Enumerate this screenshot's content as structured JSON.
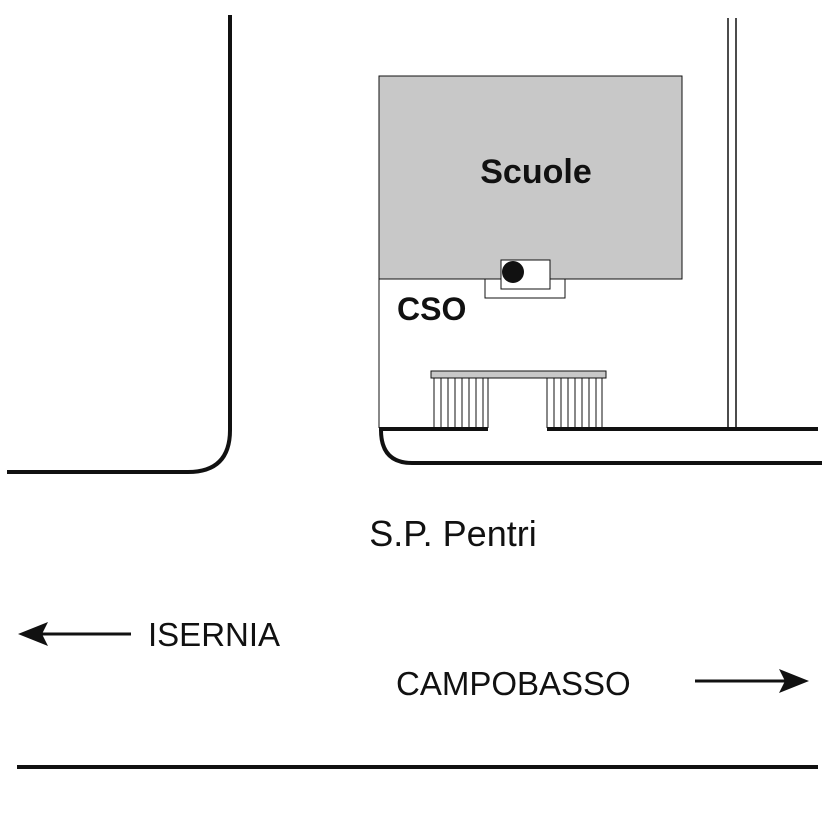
{
  "labels": {
    "building": "Scuole",
    "station": "CSO",
    "road": "S.P. Pentri",
    "west_direction": "ISERNIA",
    "east_direction": "CAMPOBASSO"
  },
  "colors": {
    "line": "#111111",
    "building_fill": "#c8c8c8",
    "background": "#ffffff"
  },
  "icons": {
    "west_arrow": "arrow-left-icon",
    "east_arrow": "arrow-right-icon",
    "station_marker": "filled-circle-icon"
  }
}
